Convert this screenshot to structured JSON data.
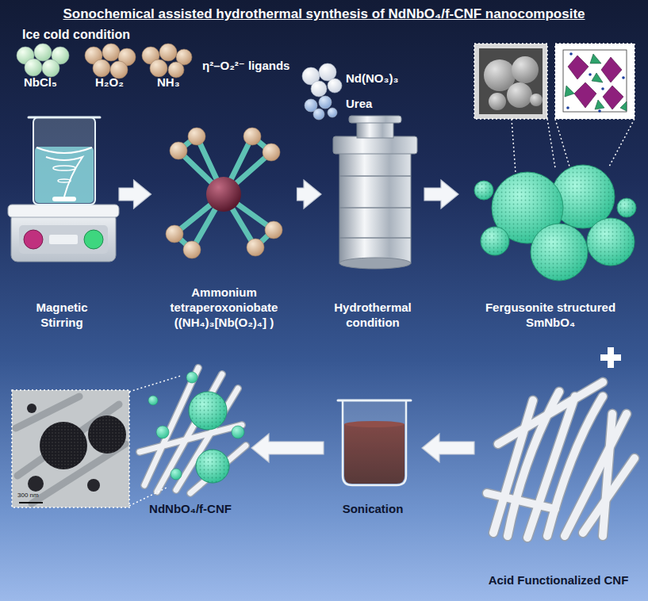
{
  "diagram": {
    "title": "Sonochemical assisted hydrothermal synthesis of NdNbO₄/f-CNF nanocomposite",
    "nodes": [
      {
        "text": [
          "Magnetic Stirring"
        ]
      },
      {
        "text": [
          "Ammonium tetraperoxoniobate ((NH₄)₃[Nb(O₂)₄] )"
        ]
      },
      {
        "text": [
          "Hydrothermal condition"
        ]
      },
      {
        "text": [
          "Fergusonite structured SmNbO₄"
        ]
      },
      {
        "text": [
          "Acid Functionalized CNF"
        ]
      },
      {
        "text": [
          "Sonication"
        ]
      },
      {
        "text": [
          "NdNbO₄/f-CNF"
        ]
      }
    ],
    "edges": [
      {
        "from": 0,
        "to": 1,
        "arrow": "to"
      },
      {
        "from": 1,
        "to": 2,
        "arrow": "to"
      },
      {
        "from": 2,
        "to": 3,
        "arrow": "to"
      },
      {
        "from": 4,
        "to": 5,
        "arrow": "to"
      },
      {
        "from": 5,
        "to": 6,
        "arrow": "to"
      }
    ],
    "labels": [
      "Ice cold condition",
      "NbCl₅",
      "H₂O₂",
      "NH₃",
      "η²–O₂²⁻ ligands",
      "Nd(NO₃)₃",
      "Urea",
      "300 nm"
    ]
  }
}
